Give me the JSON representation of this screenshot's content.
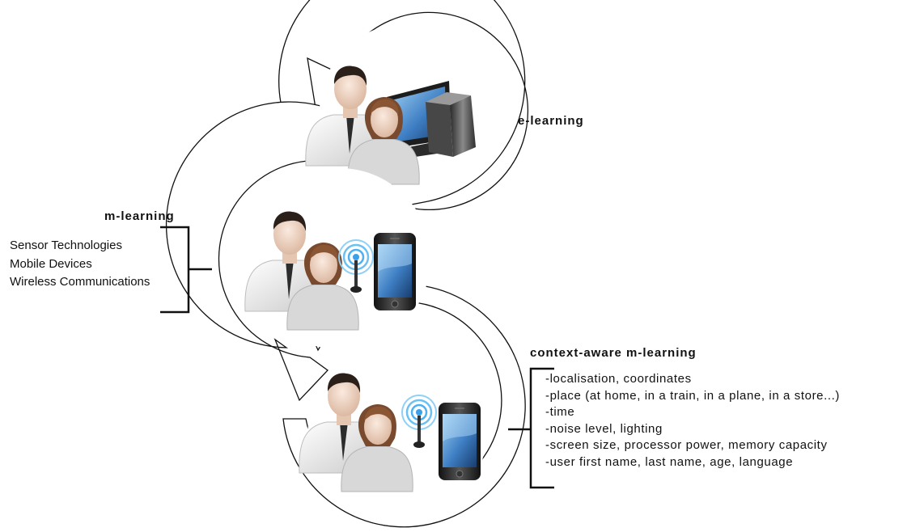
{
  "elearning": {
    "title": "e-learning"
  },
  "mlearning": {
    "title": "m-learning",
    "items": [
      "Sensor Technologies",
      "Mobile Devices",
      "Wireless Communications"
    ]
  },
  "context": {
    "title": "context-aware m-learning",
    "items": [
      "-localisation, coordinates",
      "-place (at home, in a train, in a plane, in a store...)",
      "-time",
      "-noise level, lighting",
      "-screen size, processor power, memory capacity",
      "-user first name, last name, age, language"
    ]
  }
}
